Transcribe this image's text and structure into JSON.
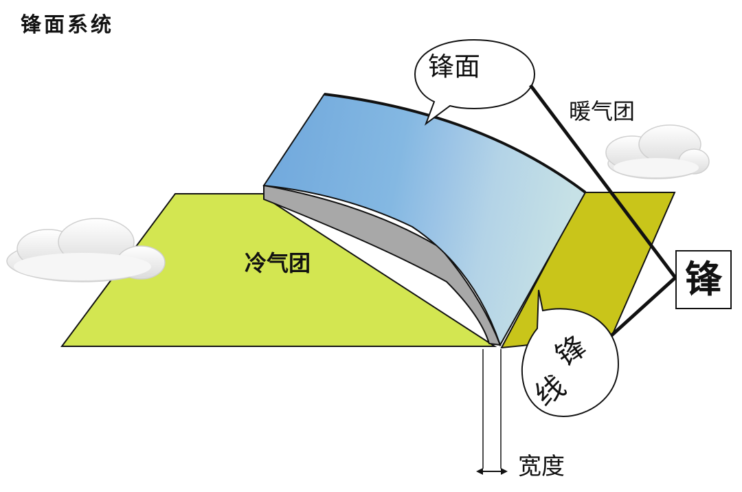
{
  "title": "锋面系统",
  "labels": {
    "front_surface": "锋面",
    "warm_air_mass": "暖气团",
    "cold_air_mass": "冷气团",
    "front": "锋",
    "front_line": [
      "锋",
      "线"
    ],
    "width": "宽度"
  },
  "colors": {
    "ground_cold": "#d3e651",
    "ground_warm": "#c9c51a",
    "front_surface_top": "#7bb4e3",
    "front_surface_light": "#b9dbe6",
    "surface_edge": "#a9a9a9",
    "outline": "#111111",
    "cloud": "#f2f2f2"
  },
  "icons": [
    "cloud-icon-left",
    "cloud-icon-right",
    "double-arrow-icon"
  ]
}
